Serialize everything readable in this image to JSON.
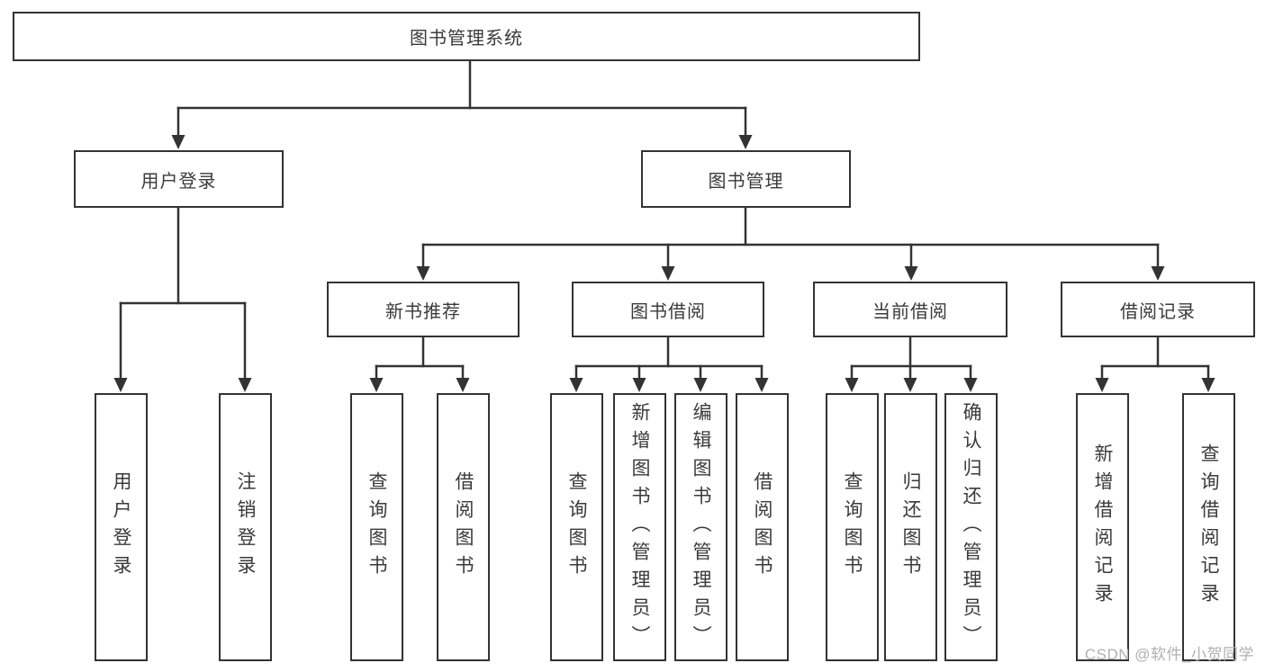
{
  "diagram": {
    "root": "图书管理系统",
    "level2": {
      "user_login": "用户登录",
      "book_mgmt": "图书管理"
    },
    "level3": {
      "new_book_rec": "新书推荐",
      "book_borrow": "图书借阅",
      "current_borrow": "当前借阅",
      "borrow_record": "借阅记录"
    },
    "leaves": {
      "ul_login": "用户登录",
      "ul_logout": "注销登录",
      "nbr_query": "查询图书",
      "nbr_borrow": "借阅图书",
      "bb_query": "查询图书",
      "bb_add": "新增图书（管理员）",
      "bb_edit": "编辑图书（管理员）",
      "bb_borrow": "借阅图书",
      "cb_query": "查询图书",
      "cb_return": "归还图书",
      "cb_confirm": "确认归还（管理员）",
      "br_add": "新增借阅记录",
      "br_query": "查询借阅记录"
    }
  },
  "watermark": {
    "text": "CSDN @软件_小贺同学"
  },
  "colors": {
    "line": "#333333",
    "box_border": "#333333",
    "text": "#3a3a3a",
    "background": "#ffffff",
    "watermark": "#b0b0b0"
  }
}
